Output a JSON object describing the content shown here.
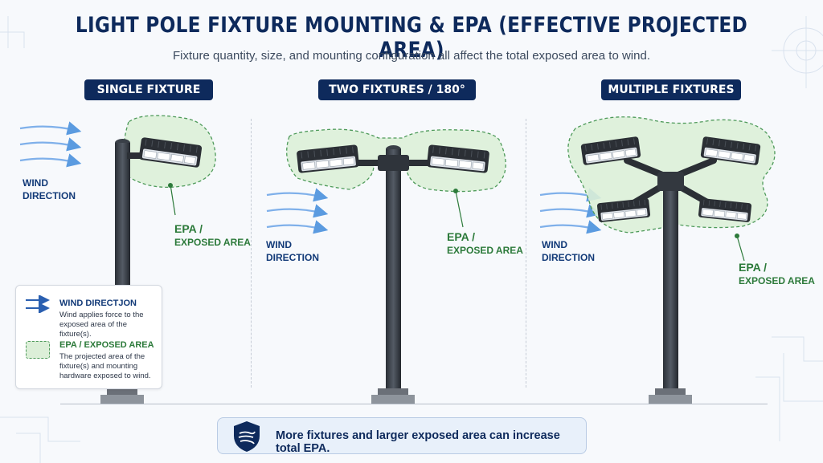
{
  "header": {
    "title": "LIGHT POLE FIXTURE MOUNTING & EPA (EFFECTIVE PROJECTED AREA)",
    "subtitle": "Fixture quantity, size, and mounting configuration all affect the total exposed area to wind."
  },
  "sections": {
    "single": {
      "title": "SINGLE FIXTURE"
    },
    "two": {
      "title": "TWO FIXTURES / 180°"
    },
    "multiple": {
      "title": "MULTIPLE FIXTURES"
    }
  },
  "labels": {
    "wind_line1": "WIND",
    "wind_line2": "DIRECTION",
    "epa_line1": "EPA /",
    "epa_line2": "EXPOSED AREA"
  },
  "legend": {
    "wind_title": "WIND DIRECTJON",
    "wind_text": "Wind applies force to the exposed area of the fixture(s).",
    "epa_title": "EPA / EXPOSED AREA",
    "epa_text": "The projected area of the fixture(s) and mounting hardware exposed to wind."
  },
  "callout": {
    "text": "More fixtures and larger exposed area can increase total EPA.",
    "icon": "shield-wind-icon"
  },
  "colors": {
    "navy": "#0e2a5c",
    "wind_blue": "#5b9be0",
    "epa_green": "#2c7a3a",
    "epa_fill": "#dcefd8"
  }
}
